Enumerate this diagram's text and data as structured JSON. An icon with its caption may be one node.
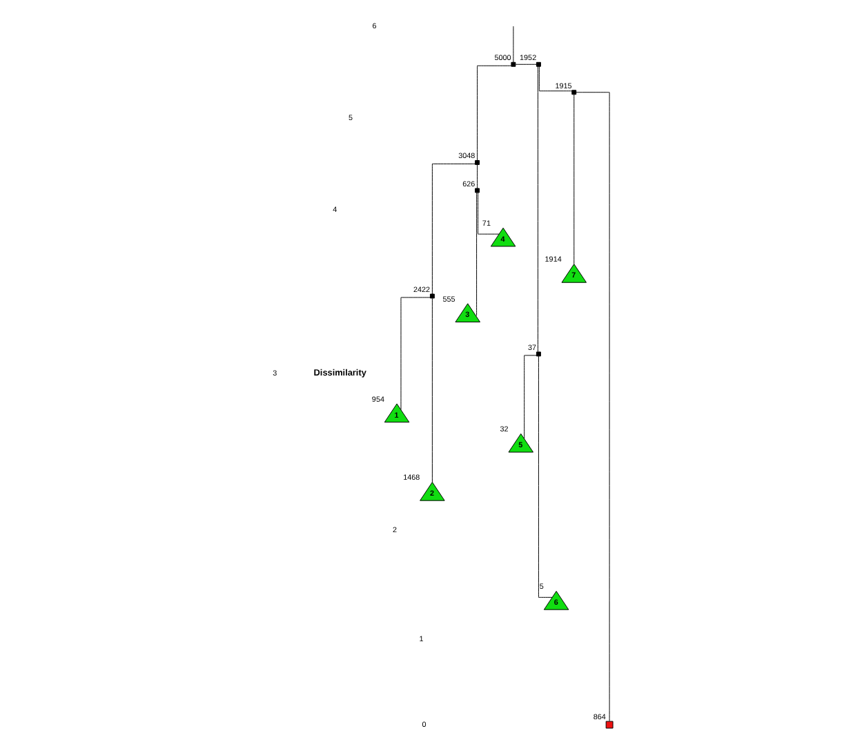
{
  "diagram": {
    "nodes": [
      {
        "text": [],
        "shape": "box",
        "beside": [
          "5000"
        ]
      },
      {
        "text": [],
        "shape": "box",
        "beside": [
          "1952"
        ]
      },
      {
        "text": [],
        "shape": "box",
        "beside": [
          "3048"
        ]
      },
      {
        "text": [],
        "shape": "box",
        "beside": [
          "1915"
        ]
      },
      {
        "text": [],
        "shape": "box",
        "beside": [
          "626"
        ]
      },
      {
        "text": [],
        "shape": "box",
        "beside": [
          "2422"
        ]
      },
      {
        "text": [],
        "shape": "box",
        "beside": [
          "37"
        ]
      },
      {
        "text": [
          "7"
        ],
        "beside": [
          "1914"
        ]
      },
      {
        "text": [
          "3"
        ],
        "beside": [
          "555"
        ]
      },
      {
        "text": [
          "4"
        ],
        "beside": [
          "71"
        ]
      },
      {
        "text": [
          "1"
        ],
        "beside": [
          "954"
        ]
      },
      {
        "text": [
          "2"
        ],
        "beside": [
          "1468"
        ]
      },
      {
        "text": [
          "5"
        ],
        "beside": [
          "32"
        ]
      },
      {
        "text": [
          "6"
        ],
        "beside": [
          "5"
        ]
      },
      {
        "text": [],
        "shape": "box",
        "beside": [
          "864"
        ]
      }
    ],
    "edges": [
      {
        "from": null,
        "to": 0,
        "arrow": "none"
      },
      {
        "from": 0,
        "to": 2,
        "arrow": "none"
      },
      {
        "from": 0,
        "to": 1,
        "arrow": "none"
      },
      {
        "from": 2,
        "to": 5,
        "arrow": "none"
      },
      {
        "from": 2,
        "to": 4,
        "arrow": "none"
      },
      {
        "from": 5,
        "to": 10,
        "arrow": "none"
      },
      {
        "from": 5,
        "to": 11,
        "arrow": "none"
      },
      {
        "from": 4,
        "to": 8,
        "arrow": "none"
      },
      {
        "from": 4,
        "to": 9,
        "arrow": "none"
      },
      {
        "from": 1,
        "to": 6,
        "arrow": "none"
      },
      {
        "from": 1,
        "to": 3,
        "arrow": "none"
      },
      {
        "from": 6,
        "to": 12,
        "arrow": "none"
      },
      {
        "from": 6,
        "to": 13,
        "arrow": "none"
      },
      {
        "from": 3,
        "to": 7,
        "arrow": "none"
      },
      {
        "from": 3,
        "to": 14,
        "arrow": "none"
      }
    ],
    "labels": [
      "6",
      "5",
      "4",
      "3",
      "2",
      "1",
      "0",
      "Dissimilarity"
    ]
  }
}
